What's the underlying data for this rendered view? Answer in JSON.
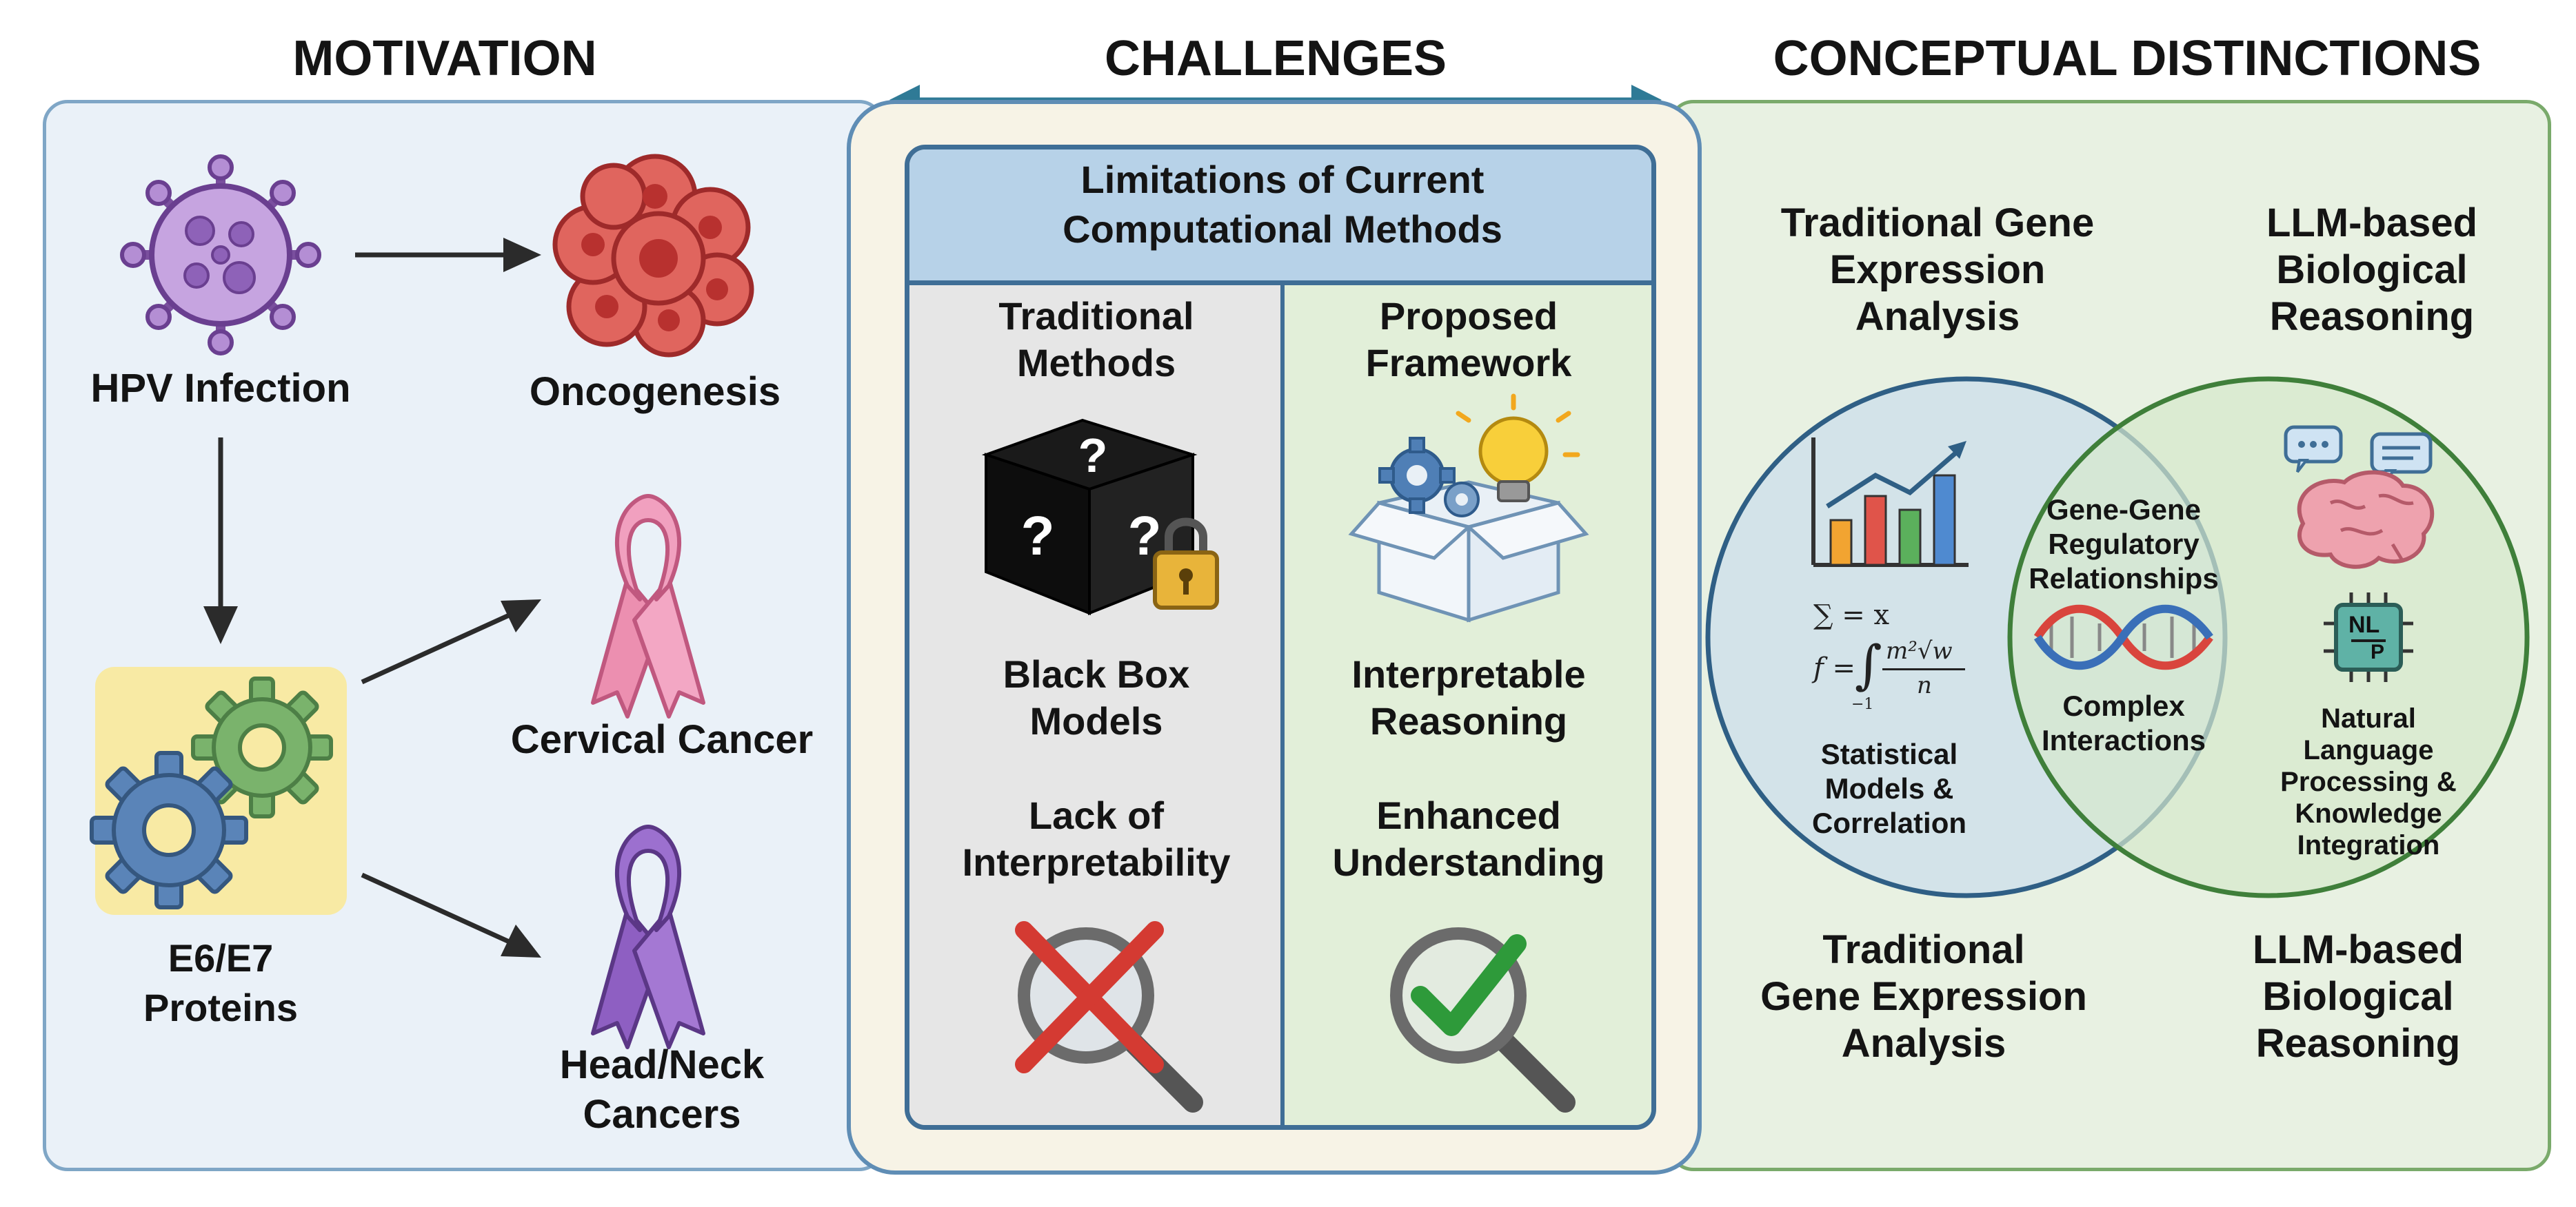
{
  "headers": {
    "motivation": "MOTIVATION",
    "challenges": "CHALLENGES",
    "conceptual": "CONCEPTUAL DISTINCTIONS"
  },
  "motivation": {
    "hpv": "HPV Infection",
    "oncogenesis": "Oncogenesis",
    "e6e7": "E6/E7\nProteins",
    "cervical": "Cervical Cancer",
    "headneck": "Head/Neck\nCancers"
  },
  "challenges": {
    "box_title": "Limitations of Current\nComputational Methods",
    "left": {
      "title": "Traditional\nMethods",
      "item1": "Black Box\nModels",
      "item2": "Lack of\nInterpretability"
    },
    "right": {
      "title": "Proposed\nFramework",
      "item1": "Interpretable\nReasoning",
      "item2": "Enhanced\nUnderstanding"
    }
  },
  "conceptual": {
    "left_top": "Traditional Gene\nExpression\nAnalysis",
    "right_top": "LLM-based\nBiological\nReasoning",
    "center_top": "Gene-Gene\nRegulatory\nRelationships",
    "center_bottom": "Complex\nInteractions",
    "left_inner": "Statistical\nModels &\nCorrelation",
    "right_inner": "Natural\nLanguage\nProcessing &\nKnowledge\nIntegration",
    "formula_sum": "∑ = x",
    "formula_f": "f = ",
    "formula_frac_num": "m²√w",
    "formula_frac_den": "n",
    "formula_lower": "−1",
    "nlp_chip": "NL",
    "nlp_chip_sub": "P",
    "left_bottom": "Traditional\nGene Expression\nAnalysis",
    "right_bottom": "LLM-based\nBiological\nReasoning"
  },
  "icons": {
    "virus": "virus-icon",
    "tumor": "tumor-cells-icon",
    "gears": "gears-icon",
    "pink_ribbon": "pink-ribbon-icon",
    "purple_ribbon": "purple-ribbon-icon",
    "black_box": "black-box-icon",
    "open_box": "open-box-lightbulb-icon",
    "magnifier_x": "magnifier-cross-icon",
    "magnifier_check": "magnifier-check-icon",
    "bar_chart": "bar-chart-icon",
    "dna": "dna-icon",
    "brain": "brain-chat-icon",
    "chip": "nlp-chip-icon"
  },
  "colors": {
    "motivation_bg": "#eaf1f8",
    "challenges_bg": "#f7f3e6",
    "conceptual_bg": "#e9f2e4",
    "blue_border": "#6f99bd",
    "green_border": "#6f9f63",
    "teal_arrow": "#2f7a96"
  }
}
